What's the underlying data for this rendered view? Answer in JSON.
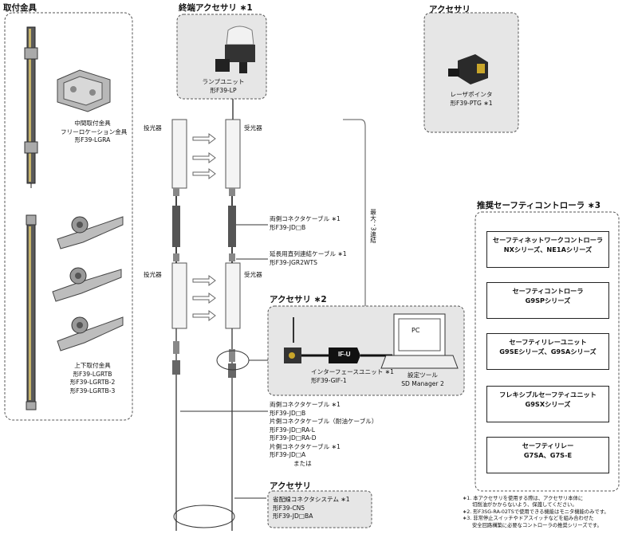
{
  "mounting": {
    "title": "取付金具",
    "intermediate": [
      "中間取付金具",
      "フリーロケーション金具",
      "形F39-LGRA"
    ],
    "topbottom": [
      "上下取付金具",
      "形F39-LGRTB",
      "形F39-LGRTB-2",
      "形F39-LGRTB-3"
    ]
  },
  "end_accessory": {
    "title": "終端アクセサリ ∗1",
    "lamp": [
      "ランプユニット",
      "形F39-LP"
    ]
  },
  "accessory_top": {
    "title": "アクセサリ",
    "laser": [
      "レーザポインタ",
      "形F39-PTG ∗1"
    ]
  },
  "sensors": {
    "emitter": "投光器",
    "receiver": "受光器",
    "max_chain": "最大：3連結"
  },
  "cables": {
    "double_end_1": [
      "両側コネクタケーブル ∗1",
      "形F39-JD□B"
    ],
    "extension": [
      "延長用直列連結ケーブル ∗1",
      "形F39-JGR2WTS"
    ],
    "bottom_list": [
      "両側コネクタケーブル ∗1",
      "形F39-JD□B",
      "片側コネクタケーブル（耐油ケーブル）",
      "形F39-JD□RA-L",
      "形F39-JD□RA-D",
      "片側コネクタケーブル ∗1",
      "形F39-JD□A",
      "または"
    ]
  },
  "accessory2": {
    "title": "アクセサリ ∗2",
    "interface": [
      "インターフェースユニット ∗1",
      "形F39-GIF-1"
    ],
    "interface_label": "IF-U",
    "pc_label": "PC",
    "tool": [
      "設定ツール",
      "SD Manager 2"
    ]
  },
  "accessory_bottom": {
    "title": "アクセサリ",
    "items": [
      "省配線コネクタシステム ∗1",
      "形F39-CN5",
      "形F39-JD□BA"
    ]
  },
  "controllers": {
    "title": "推奨セーフティコントローラ ∗3",
    "items": [
      [
        "セーフティネットワークコントローラ",
        "NXシリーズ、NE1Aシリーズ"
      ],
      [
        "セーフティコントローラ",
        "G9SPシリーズ"
      ],
      [
        "セーフティリレーユニット",
        "G9SEシリーズ、G9SAシリーズ"
      ],
      [
        "フレキシブルセーフティユニット",
        "G9SXシリーズ"
      ],
      [
        "セーフティリレー",
        "G7SA、G7S-E"
      ]
    ]
  },
  "notes": [
    "∗1. 本アクセサリを使用する際は、アクセサリ本体に",
    "切削油がかからないよう、保護してください。",
    "∗2. 形F3SG-RA-02TSで使用できる機能はモニタ機能のみです。",
    "∗3. 非常停止スイッチやドアスイッチなどを組み合わせた",
    "安全回路構築に必要なコントローラの推奨シリーズです。"
  ]
}
